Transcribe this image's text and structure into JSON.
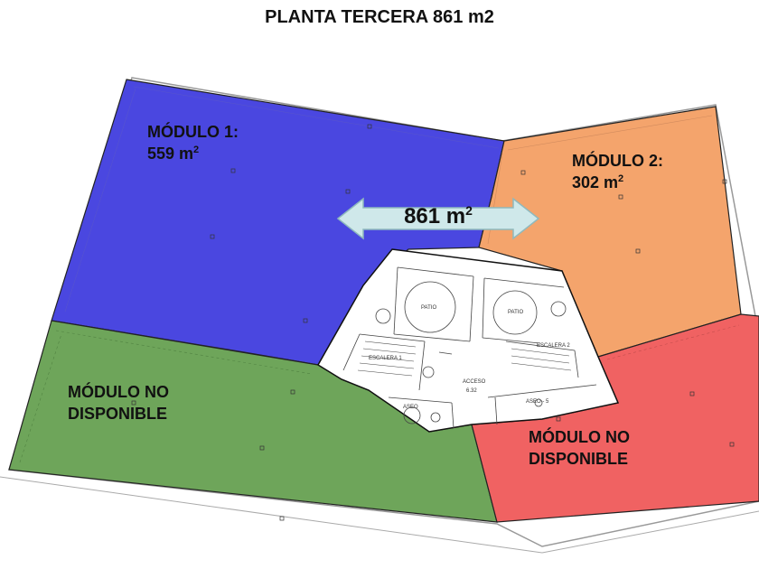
{
  "title": "PLANTA TERCERA 861 m2",
  "colors": {
    "modulo1": "#4a47e0",
    "modulo2": "#f4a46c",
    "no_disponible_green": "#6ea55a",
    "no_disponible_red": "#f06262",
    "arrow_fill": "#cfe8ea",
    "arrow_stroke": "#8fb9bd"
  },
  "zones": {
    "modulo1": {
      "name": "MÓDULO 1:",
      "area": "559 m",
      "unit_sup": "2"
    },
    "modulo2": {
      "name": "MÓDULO 2:",
      "area": "302 m",
      "unit_sup": "2"
    },
    "no_disponible_left": {
      "line1": "MÓDULO NO",
      "line2": "DISPONIBLE"
    },
    "no_disponible_right": {
      "line1": "MÓDULO NO",
      "line2": "DISPONIBLE"
    }
  },
  "total_arrow": {
    "area": "861 m",
    "unit_sup": "2"
  },
  "core_rooms": {
    "patio_left": "PATIO",
    "patio_right": "PATIO",
    "escalera_1": "ESCALERA 1",
    "escalera_2": "ESCALERA 2",
    "acceso": "ACCESO",
    "acceso_num": "6.32",
    "aseo_left": "ASEO",
    "aseo_right": "ASEO - 5"
  }
}
